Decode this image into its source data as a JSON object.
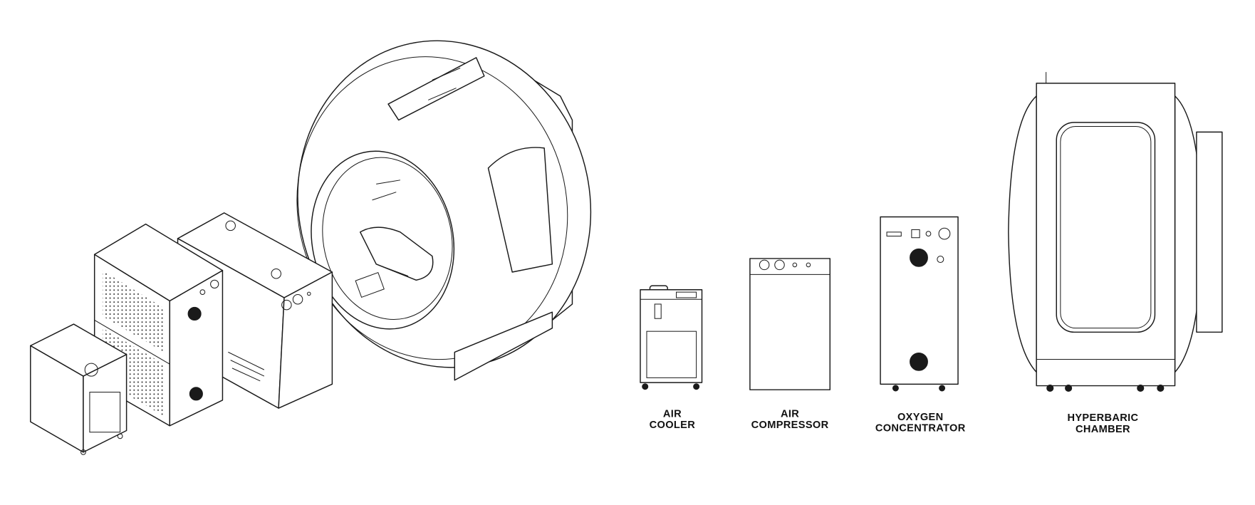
{
  "labels": {
    "air_cooler": {
      "line1": "AIR",
      "line2": "COOLER"
    },
    "air_compressor": {
      "line1": "AIR",
      "line2": "COMPRESSOR"
    },
    "oxygen_concentrator": {
      "line1": "OXYGEN",
      "line2": "CONCENTRATOR"
    },
    "hyperbaric_chamber": {
      "line1": "HYPERBARIC",
      "line2": "CHAMBER"
    }
  },
  "colors": {
    "line": "#1a1a1a",
    "background": "#ffffff"
  }
}
